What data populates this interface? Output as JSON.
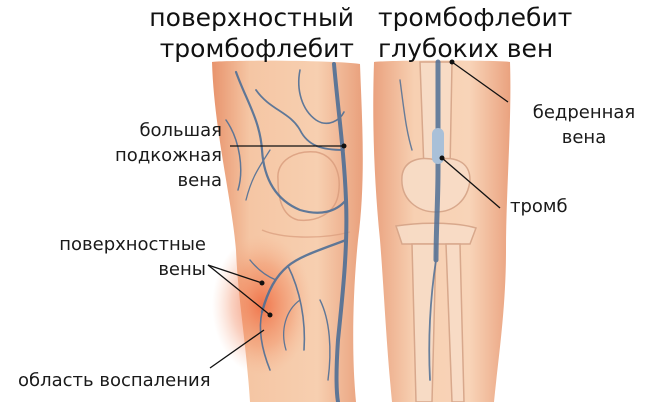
{
  "titles": {
    "left": [
      "поверхностный",
      "тромбофлебит"
    ],
    "right": [
      "тромбофлебит",
      "глубоких вен"
    ]
  },
  "labels": {
    "great_saphenous": [
      "большая",
      "подкожная",
      "вена"
    ],
    "superficial_veins": [
      "поверхностные",
      "вены"
    ],
    "inflammation": "область воспаления",
    "femoral_vein": [
      "бедренная",
      "вена"
    ],
    "thrombus": "тромб"
  },
  "colors": {
    "skin": "#f4c3a0",
    "skin_shadow": "#e59a73",
    "vein": "#4f6f96",
    "inflammation": "#ee6a3e",
    "thrombus": "#9eb7d1",
    "bone": "#f7dcc6"
  }
}
